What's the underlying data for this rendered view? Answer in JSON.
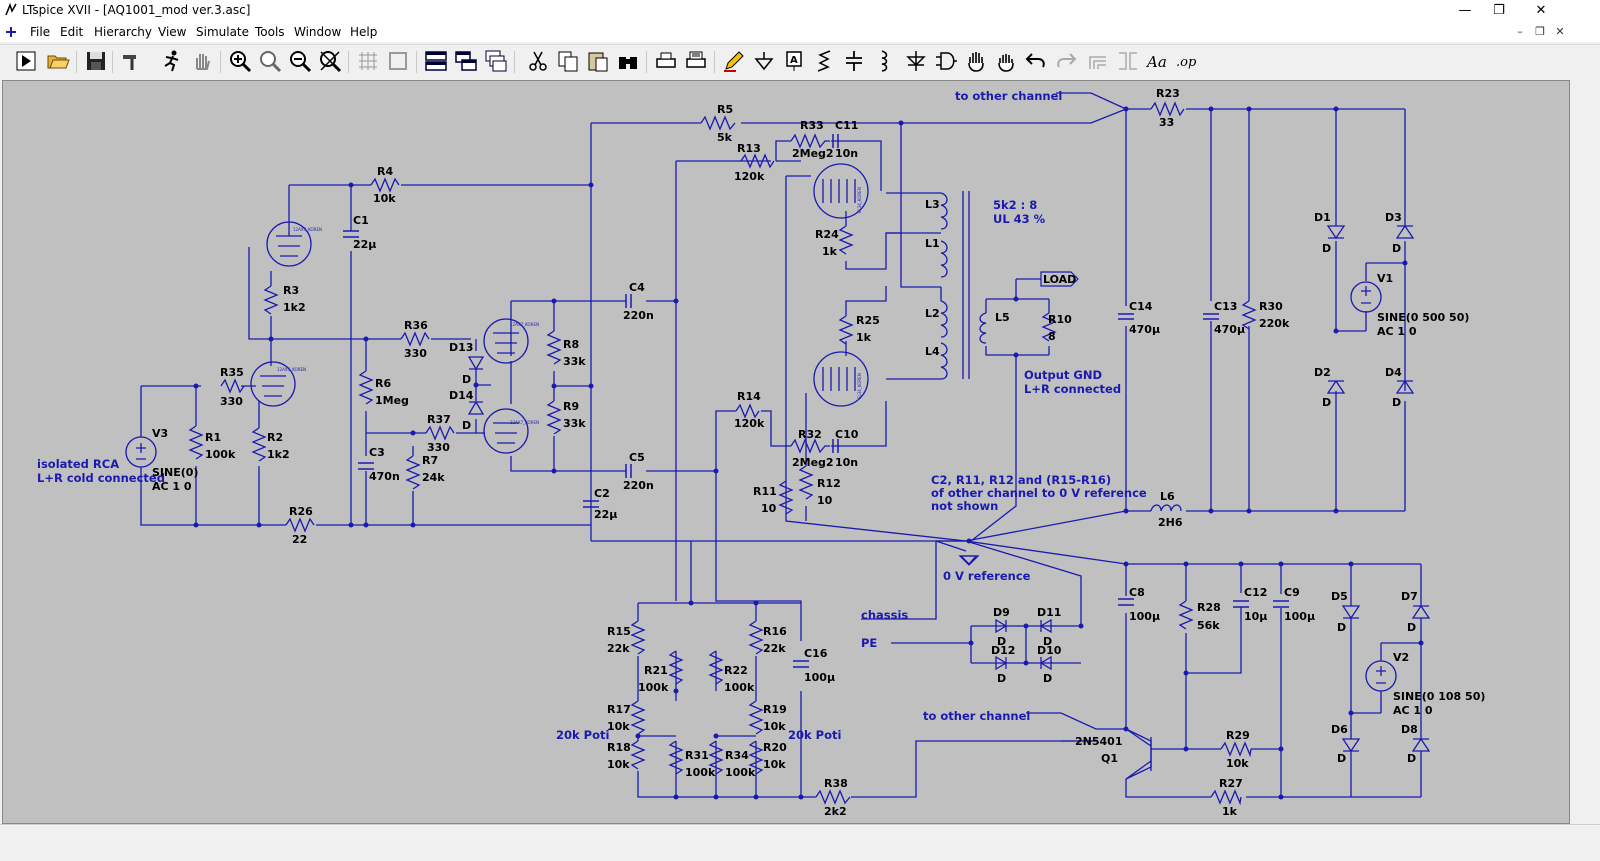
{
  "window": {
    "title": "LTspice XVII - [AQ1001_mod ver.3.asc]",
    "minimize": "—",
    "restore": "❐",
    "close": "✕"
  },
  "menu": {
    "items": [
      "File",
      "Edit",
      "Hierarchy",
      "View",
      "Simulate",
      "Tools",
      "Window",
      "Help"
    ],
    "mdi_minimize": "–",
    "mdi_restore": "❐",
    "mdi_close": "✕"
  },
  "toolbar": {
    "buttons": [
      "run",
      "open",
      "save",
      "control-panel",
      "halt",
      "pan",
      "zoom-in",
      "zoom-to-fit",
      "zoom-out",
      "autoscale",
      "tile-vertical",
      "tile-horizontal",
      "cascade",
      "close-all",
      "cut",
      "copy",
      "paste",
      "find",
      "print",
      "print-preview",
      "draw-wire",
      "ground",
      "label-net",
      "resistor",
      "capacitor",
      "inductor",
      "diode",
      "component",
      "move",
      "drag",
      "undo",
      "redo",
      "rotate",
      "mirror",
      "text",
      "spice-directive"
    ],
    "text_label": "Aa",
    "op_label": ".op"
  },
  "schematic": {
    "colors": {
      "background": "#c0c0c0",
      "wire": "#1a1ab0",
      "label": "#000000"
    },
    "notes": {
      "other_channel_top": "to other channel",
      "ratio": "5k2 : 8",
      "ul": "UL 43 %",
      "isolated_rca_1": "isolated RCA",
      "isolated_rca_2": "L+R cold connected",
      "output_gnd_1": "Output GND",
      "output_gnd_2": "L+R connected",
      "c2_note_1": "C2, R11, R12 and (R15-R16)",
      "c2_note_2": "of other channel to 0 V reference",
      "c2_note_3": "not shown",
      "zero_v": "0 V reference",
      "chassis": "chassis",
      "pe": "PE",
      "other_channel_bottom": "to other channel",
      "poti_left": "20k Poti",
      "poti_right": "20k Poti",
      "load": "LOAD"
    },
    "components": [
      {
        "name": "R5",
        "value": "5k"
      },
      {
        "name": "R23",
        "value": "33"
      },
      {
        "name": "R33",
        "value": "2Meg2"
      },
      {
        "name": "C11",
        "value": "10n"
      },
      {
        "name": "R13",
        "value": "120k"
      },
      {
        "name": "R4",
        "value": "10k"
      },
      {
        "name": "C1",
        "value": "22µ"
      },
      {
        "name": "R3",
        "value": "1k2"
      },
      {
        "name": "R24",
        "value": "1k"
      },
      {
        "name": "R36",
        "value": "330"
      },
      {
        "name": "C4",
        "value": "220n"
      },
      {
        "name": "R8",
        "value": "33k"
      },
      {
        "name": "D13",
        "value": "D"
      },
      {
        "name": "R35",
        "value": "330"
      },
      {
        "name": "R6",
        "value": "1Meg"
      },
      {
        "name": "D14",
        "value": "D"
      },
      {
        "name": "R9",
        "value": "33k"
      },
      {
        "name": "R37",
        "value": "330"
      },
      {
        "name": "V3",
        "value": "SINE(0)"
      },
      {
        "name": "R1",
        "value": "100k"
      },
      {
        "name": "R2",
        "value": "1k2"
      },
      {
        "name": "C3",
        "value": "470n"
      },
      {
        "name": "R7",
        "value": "24k"
      },
      {
        "name": "C5",
        "value": "220n"
      },
      {
        "name": "R14",
        "value": "120k"
      },
      {
        "name": "R32",
        "value": "2Meg2"
      },
      {
        "name": "C10",
        "value": "10n"
      },
      {
        "name": "R11",
        "value": "10"
      },
      {
        "name": "R12",
        "value": "10"
      },
      {
        "name": "C2",
        "value": "22µ"
      },
      {
        "name": "R26",
        "value": "22"
      },
      {
        "name": "R25",
        "value": "1k"
      },
      {
        "name": "L3",
        "value": ""
      },
      {
        "name": "L1",
        "value": ""
      },
      {
        "name": "L2",
        "value": ""
      },
      {
        "name": "L4",
        "value": ""
      },
      {
        "name": "L5",
        "value": ""
      },
      {
        "name": "R10",
        "value": "8"
      },
      {
        "name": "C14",
        "value": "470µ"
      },
      {
        "name": "C13",
        "value": "470µ"
      },
      {
        "name": "R30",
        "value": "220k"
      },
      {
        "name": "D1",
        "value": "D"
      },
      {
        "name": "D3",
        "value": "D"
      },
      {
        "name": "V1",
        "value": "SINE(0 500 50)"
      },
      {
        "name": "D2",
        "value": "D"
      },
      {
        "name": "D4",
        "value": "D"
      },
      {
        "name": "L6",
        "value": "2H6"
      },
      {
        "name": "C8",
        "value": "100µ"
      },
      {
        "name": "R28",
        "value": "56k"
      },
      {
        "name": "C12",
        "value": "10µ"
      },
      {
        "name": "C9",
        "value": "100µ"
      },
      {
        "name": "D5",
        "value": "D"
      },
      {
        "name": "D7",
        "value": "D"
      },
      {
        "name": "V2",
        "value": "SINE(0 108 50)"
      },
      {
        "name": "D6",
        "value": "D"
      },
      {
        "name": "D8",
        "value": "D"
      },
      {
        "name": "D9",
        "value": "D"
      },
      {
        "name": "D11",
        "value": "D"
      },
      {
        "name": "D12",
        "value": "D"
      },
      {
        "name": "D10",
        "value": "D"
      },
      {
        "name": "R15",
        "value": "22k"
      },
      {
        "name": "R16",
        "value": "22k"
      },
      {
        "name": "C16",
        "value": "100µ"
      },
      {
        "name": "R21",
        "value": "100k"
      },
      {
        "name": "R22",
        "value": "100k"
      },
      {
        "name": "R17",
        "value": "10k"
      },
      {
        "name": "R19",
        "value": "10k"
      },
      {
        "name": "R18",
        "value": "10k"
      },
      {
        "name": "R31",
        "value": "100k"
      },
      {
        "name": "R34",
        "value": "100k"
      },
      {
        "name": "R20",
        "value": "10k"
      },
      {
        "name": "R38",
        "value": "2k2"
      },
      {
        "name": "Q1",
        "value": "2N5401"
      },
      {
        "name": "R29",
        "value": "10k"
      },
      {
        "name": "R27",
        "value": "1k"
      }
    ],
    "ac_v3": "AC 1 0",
    "ac_v1": "AC 1 0",
    "ac_v2": "AC 1 0",
    "tube_tag_1": "12AX7_KOREN",
    "tube_tag_2": "EL34_KOREN"
  }
}
